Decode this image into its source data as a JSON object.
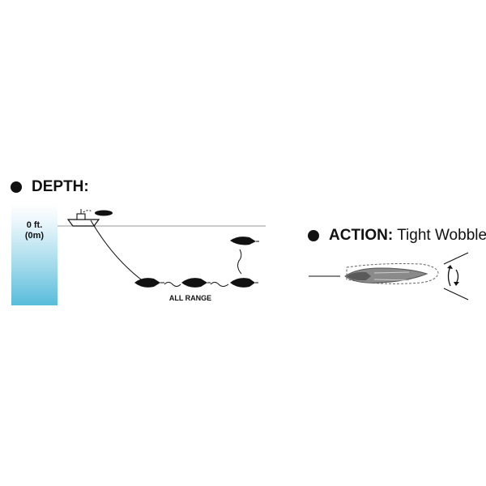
{
  "depth": {
    "label": "DEPTH:",
    "surface_depth_ft": "0 ft.",
    "surface_depth_m": "(0m)",
    "range_label": "ALL RANGE"
  },
  "action": {
    "label": "ACTION:",
    "value": "Tight Wobble"
  },
  "colors": {
    "water_top": "#ffffff",
    "water_bottom": "#58bcdb",
    "ink": "#111111",
    "lure_gray": "#8a8a8a"
  },
  "icons": [
    "boat-icon",
    "lure-icon",
    "wobble-arrow-icon"
  ]
}
